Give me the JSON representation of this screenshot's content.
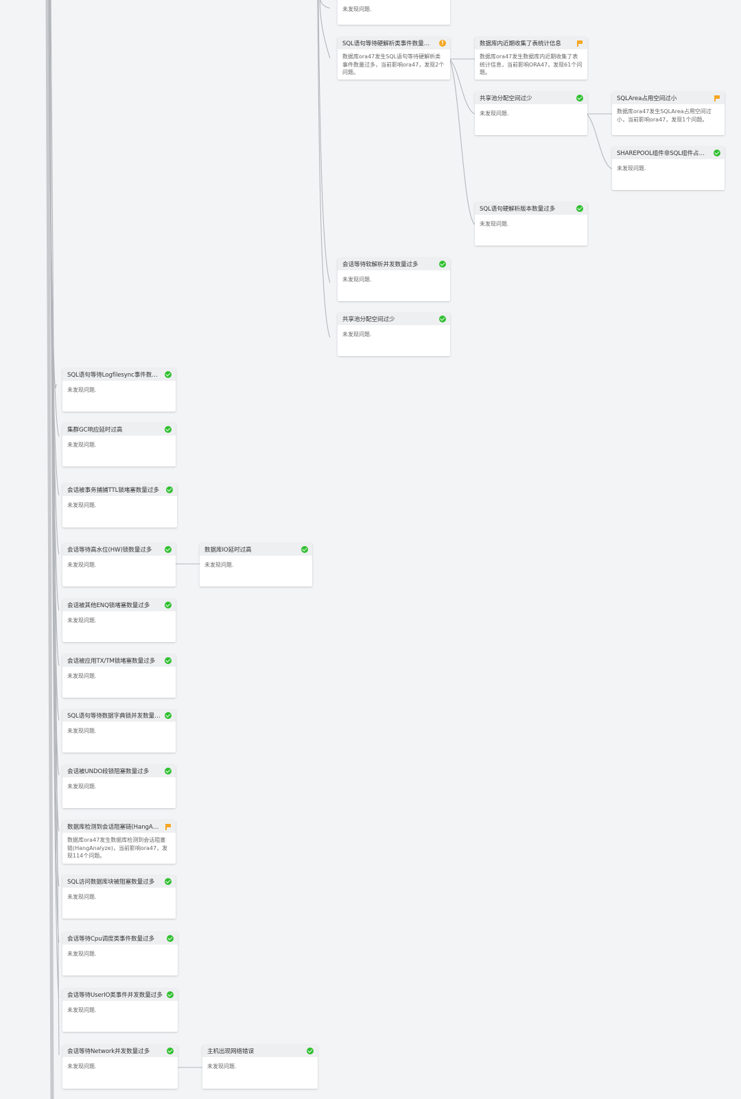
{
  "colors": {
    "background": "#f3f4f6",
    "card": "#ffffff",
    "card_header": "#eeeff1",
    "connector": "#b3b6bb",
    "status_ok": "#2fbf2f",
    "status_warning": "#f5a623"
  },
  "nodes": [
    {
      "id": "n0",
      "title": "",
      "body": "未发现问题.",
      "status": "none"
    },
    {
      "id": "n1",
      "title": "SQL语句等待硬解析类事件数量过多",
      "body": "数据库ora47发生SQL语句等待硬解析类事件数量过多，当前影响ora47，发现2个问题。",
      "status": "warning"
    },
    {
      "id": "n2",
      "title": "数据库内近期收集了表统计信息",
      "body": "数据库ora47发生数据库内近期收集了表统计信息，当前影响ORA47，发现61个问题。",
      "status": "flag"
    },
    {
      "id": "n3",
      "title": "共享池分配空间过少",
      "body": "未发现问题.",
      "status": "ok"
    },
    {
      "id": "n4",
      "title": "SQLArea占用空间过小",
      "body": "数据库ora47发生SQLArea占用空间过小，当前影响ora47，发现1个问题。",
      "status": "flag"
    },
    {
      "id": "n5",
      "title": "SHAREPOOL组件非SQL组件占比过高",
      "body": "未发现问题.",
      "status": "ok"
    },
    {
      "id": "n6",
      "title": "SQL语句硬解析版本数量过多",
      "body": "未发现问题.",
      "status": "ok"
    },
    {
      "id": "n7",
      "title": "会话等待软解析并发数量过多",
      "body": "未发现问题.",
      "status": "ok"
    },
    {
      "id": "n8",
      "title": "共享池分配空间过少",
      "body": "未发现问题.",
      "status": "ok"
    },
    {
      "id": "n9",
      "title": "SQL语句等待Logfilesync事件数量过多",
      "body": "未发现问题.",
      "status": "ok"
    },
    {
      "id": "n10",
      "title": "集群GC响应延时过高",
      "body": "未发现问题.",
      "status": "ok"
    },
    {
      "id": "n11",
      "title": "会话被事务捕捕TTL锁堵塞数量过多",
      "body": "未发现问题.",
      "status": "ok"
    },
    {
      "id": "n12",
      "title": "会话等待高水位(HW)锁数量过多",
      "body": "未发现问题.",
      "status": "ok"
    },
    {
      "id": "n13",
      "title": "数据库IO延时过高",
      "body": "未发现问题.",
      "status": "ok"
    },
    {
      "id": "n14",
      "title": "会话被其他ENQ锁堵塞数量过多",
      "body": "未发现问题.",
      "status": "ok"
    },
    {
      "id": "n15",
      "title": "会话被应用TX/TM锁堵塞数量过多",
      "body": "未发现问题.",
      "status": "ok"
    },
    {
      "id": "n16",
      "title": "SQL语句等待数据字典锁并发数量过多",
      "body": "未发现问题.",
      "status": "ok"
    },
    {
      "id": "n17",
      "title": "会话被UNDO段锁阻塞数量过多",
      "body": "未发现问题.",
      "status": "ok"
    },
    {
      "id": "n18",
      "title": "数据库检测到会话阻塞链(HangAnalyze)",
      "body": "数据库ora47发生数据库检测到会话阻塞链(HangAnalyze)，当前影响ora47，发现114个问题。",
      "status": "flag"
    },
    {
      "id": "n19",
      "title": "SQL访问数据库块被阻塞数量过多",
      "body": "未发现问题.",
      "status": "ok"
    },
    {
      "id": "n20",
      "title": "会话等待Cpu调度类事件数量过多",
      "body": "未发现问题.",
      "status": "ok"
    },
    {
      "id": "n21",
      "title": "会话等待UserIO类事件并发数量过多",
      "body": "未发现问题.",
      "status": "ok"
    },
    {
      "id": "n22",
      "title": "会话等待Network并发数量过多",
      "body": "未发现问题.",
      "status": "ok"
    },
    {
      "id": "n23",
      "title": "主机出现网络错误",
      "body": "未发现问题.",
      "status": "ok"
    }
  ]
}
